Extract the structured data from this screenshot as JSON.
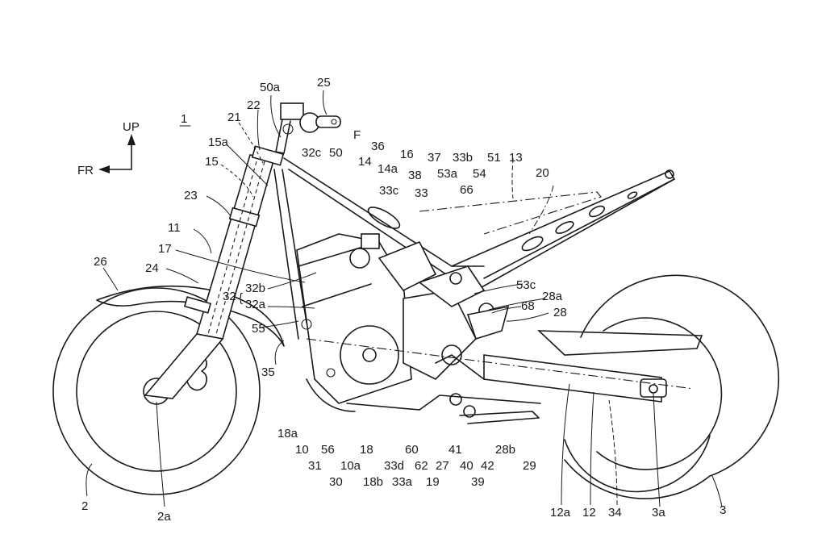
{
  "figure": {
    "title": "Motorcycle side view patent drawing",
    "reference_number": "1",
    "direction_up": "UP",
    "direction_front": "FR",
    "arrow_label": "F"
  },
  "labels": [
    {
      "id": "50a",
      "text": "50a"
    },
    {
      "id": "25",
      "text": "25"
    },
    {
      "id": "22",
      "text": "22"
    },
    {
      "id": "21",
      "text": "21"
    },
    {
      "id": "15a",
      "text": "15a"
    },
    {
      "id": "15",
      "text": "15"
    },
    {
      "id": "23",
      "text": "23"
    },
    {
      "id": "11",
      "text": "11"
    },
    {
      "id": "17",
      "text": "17"
    },
    {
      "id": "24",
      "text": "24"
    },
    {
      "id": "26",
      "text": "26"
    },
    {
      "id": "32",
      "text": "32"
    },
    {
      "id": "32b",
      "text": "32b"
    },
    {
      "id": "32a",
      "text": "32a"
    },
    {
      "id": "55",
      "text": "55"
    },
    {
      "id": "35",
      "text": "35"
    },
    {
      "id": "32c",
      "text": "32c"
    },
    {
      "id": "50",
      "text": "50"
    },
    {
      "id": "F",
      "text": "F"
    },
    {
      "id": "14",
      "text": "14"
    },
    {
      "id": "36",
      "text": "36"
    },
    {
      "id": "14a",
      "text": "14a"
    },
    {
      "id": "16",
      "text": "16"
    },
    {
      "id": "33c",
      "text": "33c"
    },
    {
      "id": "38",
      "text": "38"
    },
    {
      "id": "37",
      "text": "37"
    },
    {
      "id": "33",
      "text": "33"
    },
    {
      "id": "33b",
      "text": "33b"
    },
    {
      "id": "53a",
      "text": "53a"
    },
    {
      "id": "51",
      "text": "51"
    },
    {
      "id": "13",
      "text": "13"
    },
    {
      "id": "54",
      "text": "54"
    },
    {
      "id": "66",
      "text": "66"
    },
    {
      "id": "20",
      "text": "20"
    },
    {
      "id": "53c",
      "text": "53c"
    },
    {
      "id": "28a",
      "text": "28a"
    },
    {
      "id": "68",
      "text": "68"
    },
    {
      "id": "28",
      "text": "28"
    },
    {
      "id": "18a",
      "text": "18a"
    },
    {
      "id": "10",
      "text": "10"
    },
    {
      "id": "56",
      "text": "56"
    },
    {
      "id": "18",
      "text": "18"
    },
    {
      "id": "31",
      "text": "31"
    },
    {
      "id": "10a",
      "text": "10a"
    },
    {
      "id": "33d",
      "text": "33d"
    },
    {
      "id": "30",
      "text": "30"
    },
    {
      "id": "18b",
      "text": "18b"
    },
    {
      "id": "33a",
      "text": "33a"
    },
    {
      "id": "60",
      "text": "60"
    },
    {
      "id": "62",
      "text": "62"
    },
    {
      "id": "27",
      "text": "27"
    },
    {
      "id": "19",
      "text": "19"
    },
    {
      "id": "41",
      "text": "41"
    },
    {
      "id": "40",
      "text": "40"
    },
    {
      "id": "42",
      "text": "42"
    },
    {
      "id": "39",
      "text": "39"
    },
    {
      "id": "28b",
      "text": "28b"
    },
    {
      "id": "29",
      "text": "29"
    },
    {
      "id": "2",
      "text": "2"
    },
    {
      "id": "2a",
      "text": "2a"
    },
    {
      "id": "12a",
      "text": "12a"
    },
    {
      "id": "12",
      "text": "12"
    },
    {
      "id": "34",
      "text": "34"
    },
    {
      "id": "3a",
      "text": "3a"
    },
    {
      "id": "3",
      "text": "3"
    }
  ]
}
